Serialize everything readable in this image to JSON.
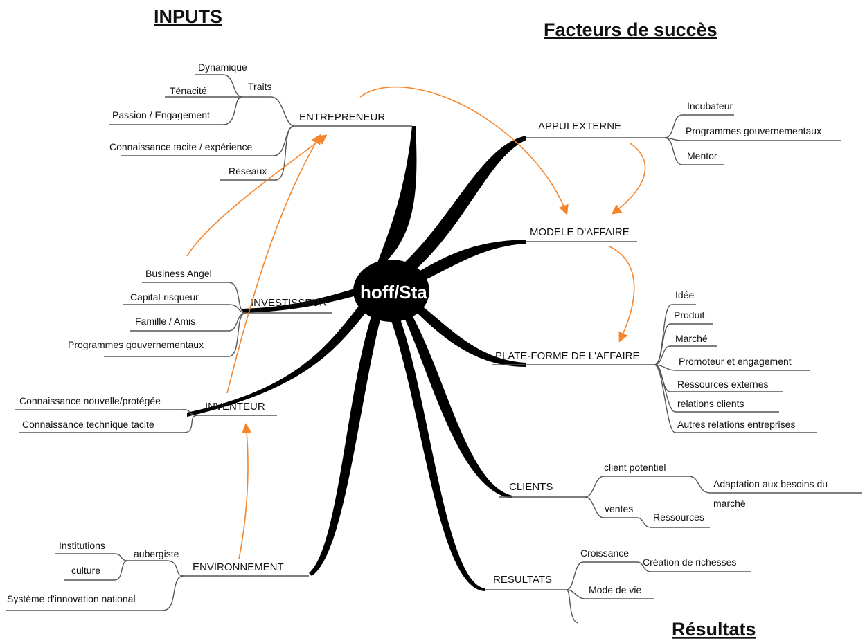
{
  "headings": {
    "inputs": "INPUTS",
    "success_factors": "Facteurs de succès",
    "results": "Résultats"
  },
  "center_label": "hoff/Sta",
  "entrepreneur": {
    "label": "ENTREPRENEUR",
    "traits": "Traits",
    "dynamique": "Dynamique",
    "tenacite": "Ténacité",
    "passion": "Passion / Engagement",
    "connaissance": "Connaissance tacite / expérience",
    "reseaux": "Réseaux"
  },
  "investisseur": {
    "label": "INVESTISSEUR",
    "business_angel": "Business Angel",
    "capital_risqueur": "Capital-risqueur",
    "famille": "Famille / Amis",
    "programmes": "Programmes gouvernementaux"
  },
  "inventeur": {
    "label": "INVENTEUR",
    "nouvelle": "Connaissance nouvelle/protégée",
    "technique": "Connaissance technique tacite"
  },
  "environnement": {
    "label": "ENVIRONNEMENT",
    "aubergiste": "aubergiste",
    "institutions": "Institutions",
    "culture": "culture",
    "systeme": "Système d'innovation national"
  },
  "appui_externe": {
    "label": "APPUI EXTERNE",
    "incubateur": "Incubateur",
    "programmes": "Programmes gouvernementaux",
    "mentor": "Mentor"
  },
  "modele": {
    "label": "MODELE D'AFFAIRE"
  },
  "plateforme": {
    "label": "PLATE-FORME DE L'AFFAIRE",
    "idee": "Idée",
    "produit": "Produit",
    "marche": "Marché",
    "promoteur": "Promoteur et engagement",
    "ressources_externes": "Ressources externes",
    "relations_clients": "relations clients",
    "autres_relations": "Autres relations entreprises"
  },
  "clients": {
    "label": "CLIENTS",
    "client_potentiel": "client potentiel",
    "adaptation_1": "Adaptation aux besoins du",
    "adaptation_2": "marché",
    "ventes": "ventes",
    "ressources": "Ressources"
  },
  "resultats": {
    "label": "RESULTATS",
    "croissance": "Croissance",
    "creation": "Création de richesses",
    "mode_de_vie": "Mode de vie"
  },
  "colors": {
    "arrow": "#f5852a",
    "center": "#000000",
    "line": "#555555"
  }
}
